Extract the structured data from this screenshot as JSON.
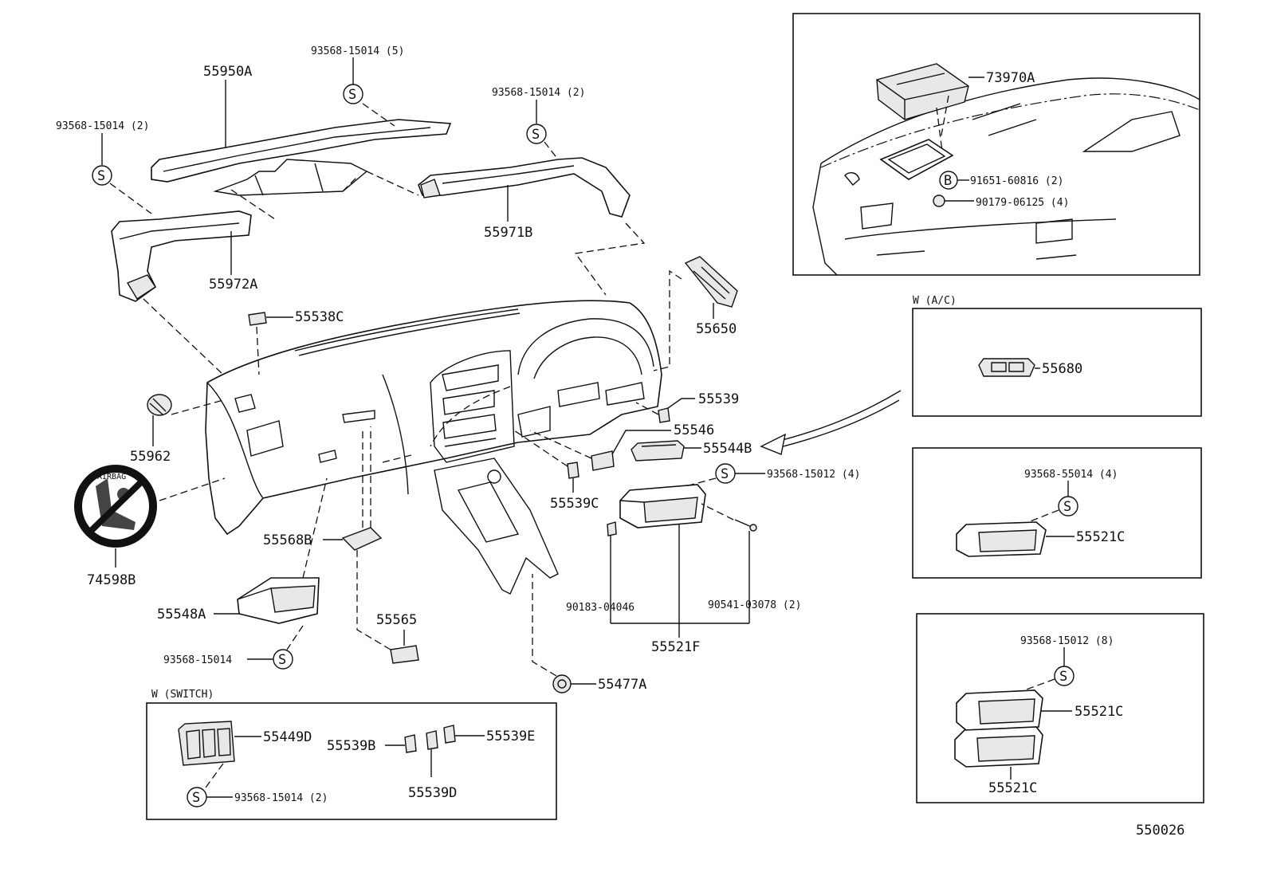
{
  "labels": {
    "p55950A": "55950A",
    "p55971B": "55971B",
    "p55972A": "55972A",
    "p55538C": "55538C",
    "p55650": "55650",
    "p55962": "55962",
    "p74598B": "74598B",
    "p55539": "55539",
    "p55546": "55546",
    "p55544B": "55544B",
    "p55539C": "55539C",
    "p55568B": "55568B",
    "p55548A": "55548A",
    "p55565": "55565",
    "p55521F": "55521F",
    "p55477A": "55477A",
    "p73970A": "73970A",
    "p55680": "55680",
    "p55521C_a": "55521C",
    "p55521C_b": "55521C",
    "p55521C_c": "55521C",
    "p55449D": "55449D",
    "p55539B": "55539B",
    "p55539D": "55539D",
    "p55539E": "55539E",
    "f93568_15014_5": "93568-15014 (5)",
    "f93568_15014_2_left": "93568-15014 (2)",
    "f93568_15014_2_mid": "93568-15014 (2)",
    "f93568_15012_4": "93568-15012 (4)",
    "f90183_04046": "90183-04046",
    "f90541_03078_2": "90541-03078 (2)",
    "f93568_15014_bottom": "93568-15014",
    "f91651_60816_2": "91651-60816 (2)",
    "f90179_06125_4": "90179-06125 (4)",
    "f93568_55014_4": "93568-55014 (4)",
    "f93568_15012_8": "93568-15012 (8)",
    "f93568_15014_switch": "93568-15014 (2)"
  },
  "boxes": {
    "ac_title": "W (A/C)",
    "switch_title": "W (SWITCH)"
  },
  "symbols": {
    "screw": "S",
    "bolt": "B"
  },
  "airbag_text": "AIRBAG",
  "diagram_code": "550026"
}
